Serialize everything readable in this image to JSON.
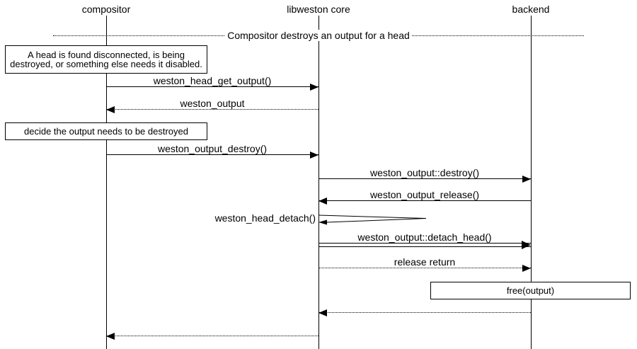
{
  "colors": {
    "line": "#000000",
    "background": "#ffffff"
  },
  "participants": [
    {
      "name": "compositor"
    },
    {
      "name": "libweston core"
    },
    {
      "name": "backend"
    }
  ],
  "divider": {
    "label": "Compositor destroys an output for a head"
  },
  "notes": [
    {
      "text": "A head is found disconnected, is being destroyed, or something else needs it disabled.",
      "over": "compositor"
    },
    {
      "text": "decide the output needs to be destroyed",
      "over": "compositor"
    },
    {
      "text": "free(output)",
      "over": "backend"
    }
  ],
  "messages": [
    {
      "label": "weston_head_get_output()",
      "from": "compositor",
      "to": "libweston core",
      "style": "solid"
    },
    {
      "label": "weston_output",
      "from": "libweston core",
      "to": "compositor",
      "style": "dotted"
    },
    {
      "label": "weston_output_destroy()",
      "from": "compositor",
      "to": "libweston core",
      "style": "solid"
    },
    {
      "label": "weston_output::destroy()",
      "from": "libweston core",
      "to": "backend",
      "style": "solid"
    },
    {
      "label": "weston_output_release()",
      "from": "backend",
      "to": "libweston core",
      "style": "solid"
    },
    {
      "label": "weston_head_detach()",
      "from": "libweston core",
      "to": "libweston core",
      "style": "self"
    },
    {
      "label": "weston_output::detach_head()",
      "from": "libweston core",
      "to": "backend",
      "style": "double"
    },
    {
      "label": "release return",
      "from": "libweston core",
      "to": "backend",
      "style": "dotted"
    },
    {
      "label": "",
      "from": "backend",
      "to": "libweston core",
      "style": "dotted"
    },
    {
      "label": "",
      "from": "libweston core",
      "to": "compositor",
      "style": "dotted"
    }
  ]
}
